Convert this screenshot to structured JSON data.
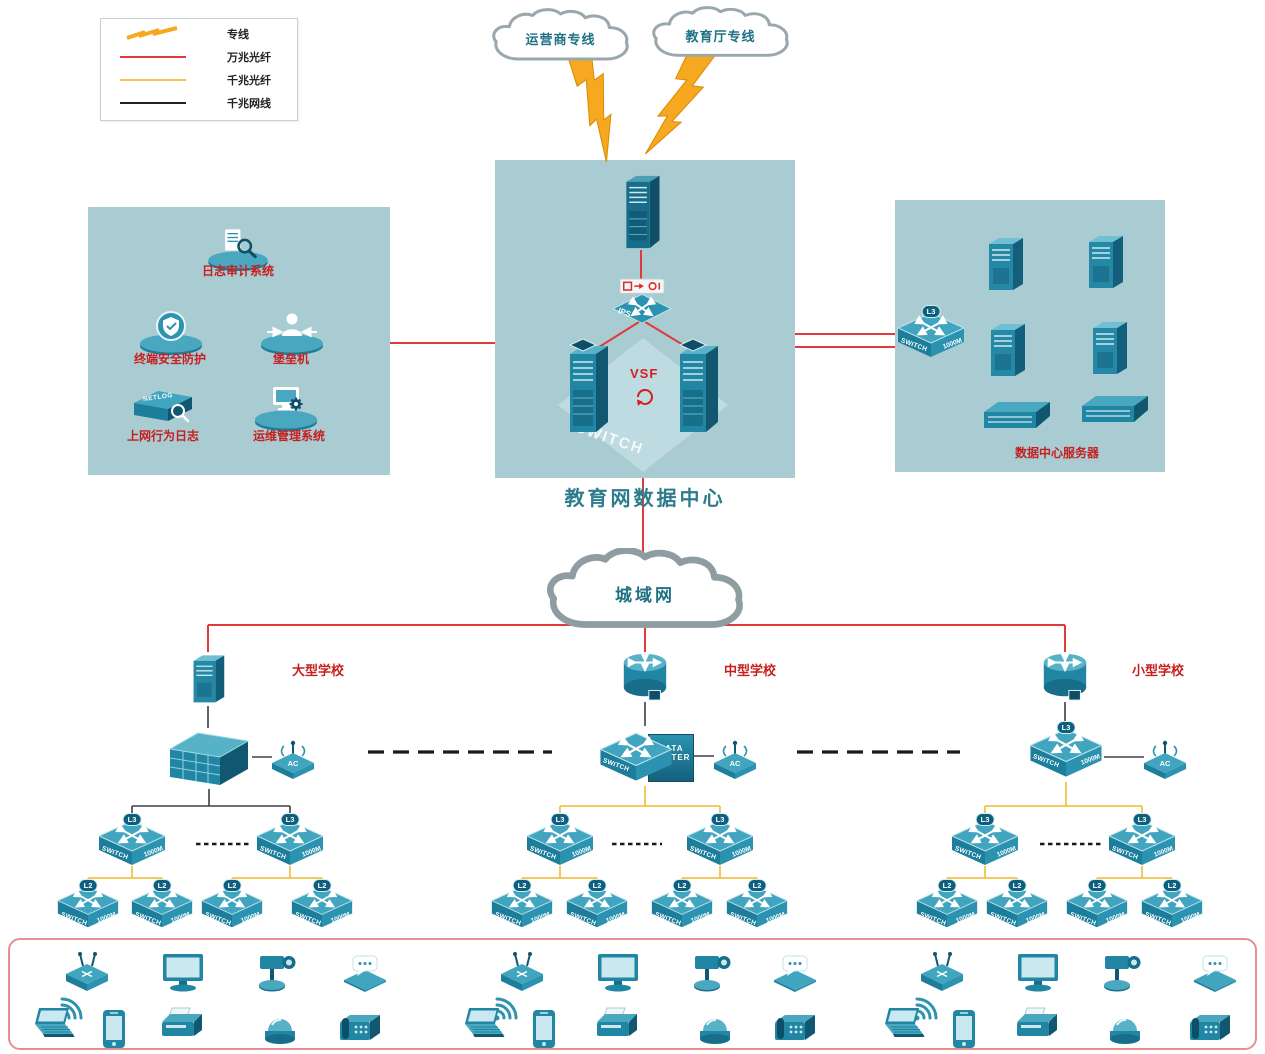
{
  "legend": {
    "items": [
      {
        "label": "专线"
      },
      {
        "label": "万兆光纤"
      },
      {
        "label": "千兆光纤"
      },
      {
        "label": "千兆网线"
      }
    ]
  },
  "clouds": {
    "isp": "运营商专线",
    "edu": "教育厅专线",
    "man": "城域网"
  },
  "datacenter": {
    "title": "教育网数据中心",
    "vsf": "VSF",
    "ips": "IPS",
    "watermark": "SWITCH"
  },
  "left_panel": {
    "items": [
      "日志审计系统",
      "终端安全防护",
      "堡垒机",
      "上网行为日志",
      "运维管理系统"
    ],
    "netlog": "NETLOG"
  },
  "right_panel": {
    "label": "数据中心服务器"
  },
  "schools": {
    "large": "大型学校",
    "medium": "中型学校",
    "small": "小型学校",
    "data": "DATA",
    "center": "CENTER"
  },
  "labels": {
    "switch": "SWITCH",
    "m1000": "1000M",
    "l3": "L3",
    "l2": "L2",
    "ac": "AC"
  },
  "colors": {
    "fiber10g": "#e03a3a",
    "fiber1g": "#f3c24b",
    "copper": "#3c4043",
    "device_teal": "#2186a4",
    "panel_bg": "#a9cbd2"
  }
}
